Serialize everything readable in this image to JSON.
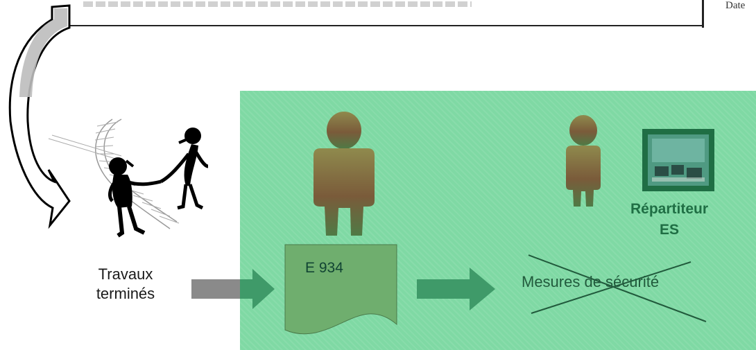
{
  "header": {
    "date_label": "Date"
  },
  "flow": {
    "works_done": [
      "Travaux",
      "terminés"
    ],
    "document": "E 934",
    "dispatcher": [
      "Répartiteur",
      "ES"
    ],
    "safety_measures": "Mesures de sécurité"
  },
  "colors": {
    "panel": "#7fd9a4",
    "arrow_green": "#3f9a69",
    "arrow_gray": "#8a8a8a",
    "person": "#6d6a3a",
    "document": "#6fae6e",
    "dark_green": "#1f6e44"
  },
  "icons": [
    "curved-arrow-icon",
    "handshake-people-icon",
    "railway-track-icon",
    "person-icon",
    "monitor-icon",
    "cross-out-icon"
  ]
}
